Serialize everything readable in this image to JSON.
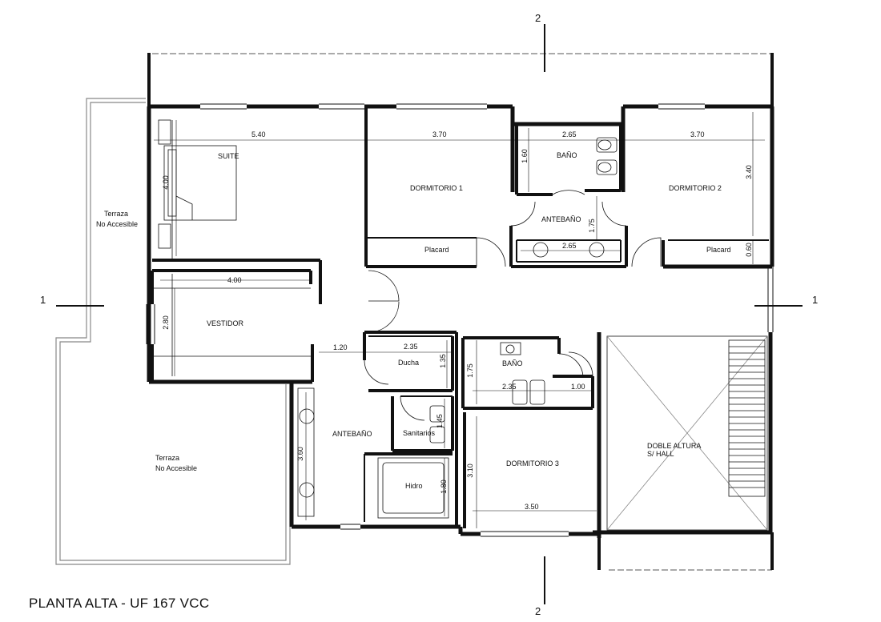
{
  "title": "PLANTA ALTA - UF 167 VCC",
  "section_marks": {
    "top": "2",
    "bottom": "2",
    "left": "1",
    "right": "1"
  },
  "rooms": {
    "suite": "SUITE",
    "dormitorio1": "DORMITORIO 1",
    "bano1": "BAÑO",
    "dormitorio2": "DORMITORIO 2",
    "antebano1": "ANTEBAÑO",
    "placard1": "Placard",
    "placard2": "Placard",
    "vestidor": "VESTIDOR",
    "ducha": "Ducha",
    "bano2": "BAÑO",
    "antebano2": "ANTEBAÑO",
    "sanitarios": "Sanitarios",
    "hidro": "Hidro",
    "dormitorio3": "DORMITORIO 3",
    "doble_altura_1": "DOBLE ALTURA",
    "doble_altura_2": "S/ HALL",
    "terraza1_1": "Terraza",
    "terraza1_2": "No Accesible",
    "terraza2_1": "Terraza",
    "terraza2_2": "No Accesible"
  },
  "dimensions": {
    "suite_w": "5.40",
    "dorm1_w": "3.70",
    "bano1_w": "2.65",
    "dorm2_w": "3.70",
    "suite_h": "4.00",
    "bano1_h": "1.60",
    "dorm2_h": "3.40",
    "antebano1_h": "1.75",
    "antebano1_w": "2.65",
    "placard_h": "0.60",
    "vestidor_w": "4.00",
    "vestidor_h": "2.80",
    "pasillo_w": "1.20",
    "ducha_w": "2.35",
    "ducha_h": "1.35",
    "bano2_h": "1.75",
    "bano2_w": "2.35",
    "bano2_door": "1.00",
    "sanitarios_h": "1.45",
    "antebano2_h": "3.60",
    "hidro_h": "1.80",
    "dorm3_h": "3.10",
    "dorm3_w": "3.50"
  }
}
